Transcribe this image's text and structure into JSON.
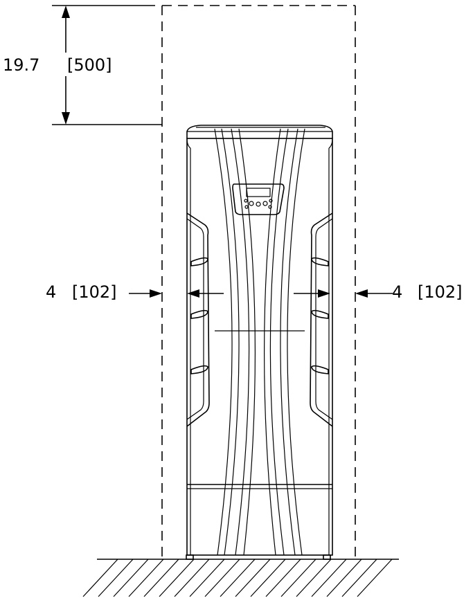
{
  "dimensions": {
    "top_clearance": {
      "inches": "19.7",
      "mm": "[500]"
    },
    "left_clearance": {
      "inches": "4",
      "mm": "[102]"
    },
    "right_clearance": {
      "inches": "4",
      "mm": "[102]"
    }
  },
  "colors": {
    "line": "#000000",
    "background": "#ffffff"
  }
}
